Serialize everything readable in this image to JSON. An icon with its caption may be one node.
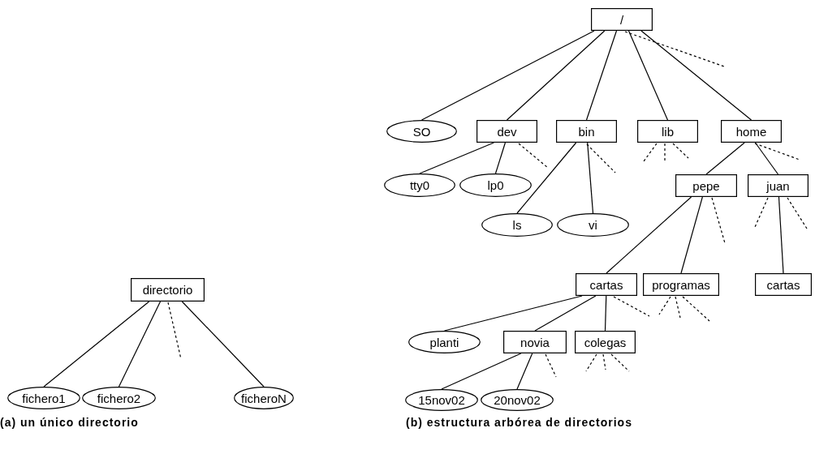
{
  "diagram": {
    "nodes": [
      {
        "text": [
          "directorio"
        ]
      },
      {
        "text": [
          "fichero1"
        ]
      },
      {
        "text": [
          "fichero2"
        ]
      },
      {
        "text": [
          "ficheroN"
        ]
      },
      {
        "text": [
          "/"
        ]
      },
      {
        "text": [
          "SO"
        ]
      },
      {
        "text": [
          "dev"
        ]
      },
      {
        "text": [
          "bin"
        ]
      },
      {
        "text": [
          "lib"
        ]
      },
      {
        "text": [
          "home"
        ]
      },
      {
        "text": [
          "tty0"
        ]
      },
      {
        "text": [
          "lp0"
        ]
      },
      {
        "text": [
          "pepe"
        ]
      },
      {
        "text": [
          "juan"
        ]
      },
      {
        "text": [
          "ls"
        ]
      },
      {
        "text": [
          "vi"
        ]
      },
      {
        "text": [
          "cartas"
        ]
      },
      {
        "text": [
          "programas"
        ]
      },
      {
        "text": [
          "cartas"
        ]
      },
      {
        "text": [
          "planti"
        ]
      },
      {
        "text": [
          "novia"
        ]
      },
      {
        "text": [
          "colegas"
        ]
      },
      {
        "text": [
          "15nov02"
        ]
      },
      {
        "text": [
          "20nov02"
        ]
      }
    ],
    "edges": [
      {
        "from": 0,
        "to": 1,
        "arrow": "none"
      },
      {
        "from": 0,
        "to": 2,
        "arrow": "none"
      },
      {
        "from": 0,
        "to": 3,
        "arrow": "none"
      },
      {
        "from": 0,
        "to": null,
        "arrow": "none",
        "style": "dashed"
      },
      {
        "from": 4,
        "to": 5,
        "arrow": "none"
      },
      {
        "from": 4,
        "to": 6,
        "arrow": "none"
      },
      {
        "from": 4,
        "to": 7,
        "arrow": "none"
      },
      {
        "from": 4,
        "to": 8,
        "arrow": "none"
      },
      {
        "from": 4,
        "to": 9,
        "arrow": "none"
      },
      {
        "from": 4,
        "to": null,
        "arrow": "none",
        "style": "dashed"
      },
      {
        "from": 6,
        "to": 10,
        "arrow": "none"
      },
      {
        "from": 6,
        "to": 11,
        "arrow": "none"
      },
      {
        "from": 6,
        "to": null,
        "arrow": "none",
        "style": "dashed"
      },
      {
        "from": 7,
        "to": 14,
        "arrow": "none"
      },
      {
        "from": 7,
        "to": 15,
        "arrow": "none"
      },
      {
        "from": 7,
        "to": null,
        "arrow": "none",
        "style": "dashed"
      },
      {
        "from": 8,
        "to": null,
        "arrow": "none",
        "style": "dashed"
      },
      {
        "from": 8,
        "to": null,
        "arrow": "none",
        "style": "dashed"
      },
      {
        "from": 8,
        "to": null,
        "arrow": "none",
        "style": "dashed"
      },
      {
        "from": 9,
        "to": 12,
        "arrow": "none"
      },
      {
        "from": 9,
        "to": 13,
        "arrow": "none"
      },
      {
        "from": 9,
        "to": null,
        "arrow": "none",
        "style": "dashed"
      },
      {
        "from": 12,
        "to": 16,
        "arrow": "none"
      },
      {
        "from": 12,
        "to": 17,
        "arrow": "none"
      },
      {
        "from": 12,
        "to": null,
        "arrow": "none",
        "style": "dashed"
      },
      {
        "from": 13,
        "to": 18,
        "arrow": "none"
      },
      {
        "from": 13,
        "to": null,
        "arrow": "none",
        "style": "dashed"
      },
      {
        "from": 13,
        "to": null,
        "arrow": "none",
        "style": "dashed"
      },
      {
        "from": 16,
        "to": 19,
        "arrow": "none"
      },
      {
        "from": 16,
        "to": 20,
        "arrow": "none"
      },
      {
        "from": 16,
        "to": 21,
        "arrow": "none"
      },
      {
        "from": 16,
        "to": null,
        "arrow": "none",
        "style": "dashed"
      },
      {
        "from": 17,
        "to": null,
        "arrow": "none",
        "style": "dashed"
      },
      {
        "from": 17,
        "to": null,
        "arrow": "none",
        "style": "dashed"
      },
      {
        "from": 17,
        "to": null,
        "arrow": "none",
        "style": "dashed"
      },
      {
        "from": 20,
        "to": 22,
        "arrow": "none"
      },
      {
        "from": 20,
        "to": 23,
        "arrow": "none"
      },
      {
        "from": 20,
        "to": null,
        "arrow": "none",
        "style": "dashed"
      },
      {
        "from": 21,
        "to": null,
        "arrow": "none",
        "style": "dashed"
      },
      {
        "from": 21,
        "to": null,
        "arrow": "none",
        "style": "dashed"
      },
      {
        "from": 21,
        "to": null,
        "arrow": "none",
        "style": "dashed"
      }
    ],
    "labels": [
      "(a) un único directorio",
      "(b) estructura arbórea de directorios"
    ]
  }
}
